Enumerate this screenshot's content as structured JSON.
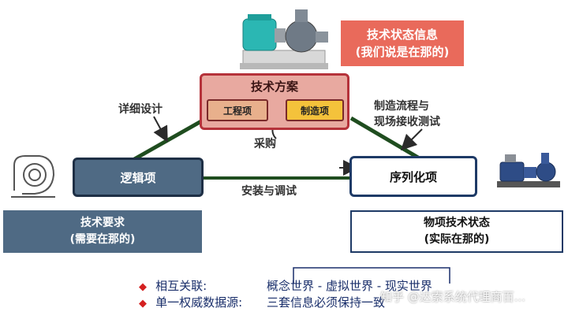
{
  "tech_state_info": {
    "line1": "技术状态信息",
    "line2": "(我们说是在那的)"
  },
  "tech_plan": {
    "title": "技术方案",
    "engineering_item": "工程项",
    "manufacturing_item": "制造项"
  },
  "logic_item": "逻辑项",
  "serial_item": "序列化项",
  "tech_requirement": {
    "line1": "技术要求",
    "line2": "(需要在那的)"
  },
  "item_tech_state": {
    "line1": "物项技术状态",
    "line2": "(实际在那的)"
  },
  "edge_labels": {
    "detailed_design": "详细设计",
    "manufacturing_process": {
      "line1": "制造流程与",
      "line2": "现场接收测试"
    },
    "procurement": "采购",
    "install_debug": "安装与调试"
  },
  "legend": {
    "row1_key": "相互关联:",
    "row1_value": "概念世界 - 虚拟世界 - 现实世界",
    "row2_key": "单一权威数据源:",
    "row2_value": "三套信息必须保持一致"
  },
  "watermark": "知乎 @达索系统代理商百...",
  "colors": {
    "accent_red": "#e96a5b",
    "logic_blue": "#4f6a84",
    "line_green": "#1f4d1f",
    "legend_text": "#1a2f6b",
    "bullet_red": "#d42020"
  },
  "icons": {
    "top_pump": "industrial-pump-image",
    "left_fan": "centrifugal-fan-outline-icon",
    "right_pump": "pump-skid-image"
  }
}
